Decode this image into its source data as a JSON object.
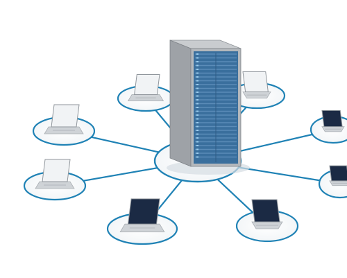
{
  "diagram": {
    "type": "star-network",
    "center": {
      "device": "server-rack"
    },
    "nodes": [
      {
        "device": "laptop",
        "screen": "blank"
      },
      {
        "device": "laptop",
        "screen": "blank"
      },
      {
        "device": "laptop",
        "screen": "blank"
      },
      {
        "device": "laptop",
        "screen": "dark"
      },
      {
        "device": "laptop",
        "screen": "dark"
      },
      {
        "device": "laptop",
        "screen": "dark"
      },
      {
        "device": "laptop",
        "screen": "dark"
      },
      {
        "device": "laptop",
        "screen": "blank"
      }
    ],
    "colors": {
      "link": "#1f82b5",
      "ring": "#1f82b5",
      "rack_front": "#3a6f9d",
      "rack_side": "#9ea2a7",
      "rack_top": "#c9cccf",
      "screen_dark": "#1b2a44",
      "screen_blank": "#f1f3f5",
      "laptop_body": "#cfd3d7"
    }
  }
}
